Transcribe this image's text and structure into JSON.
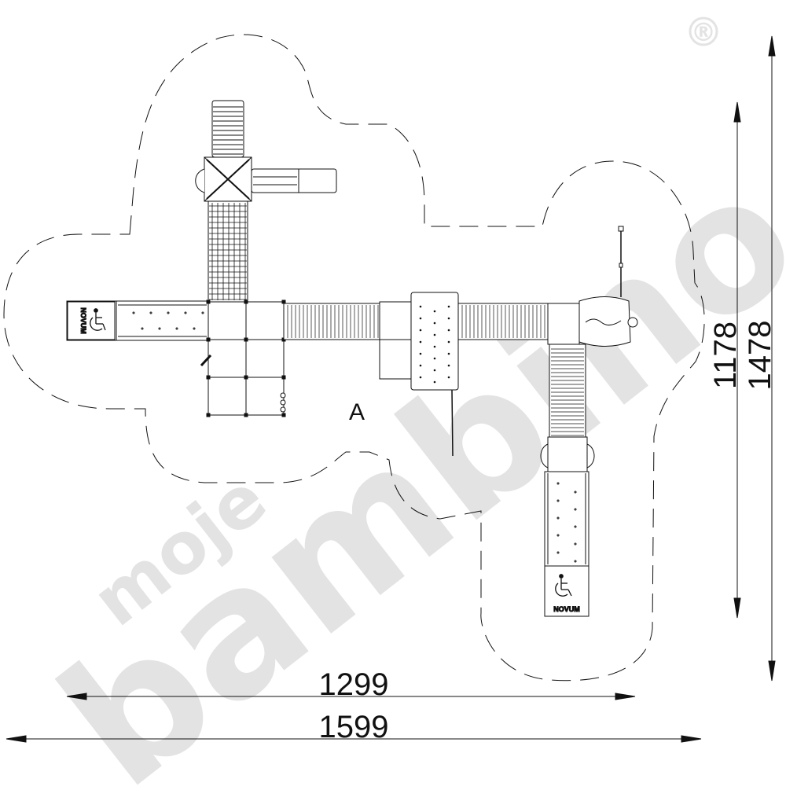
{
  "watermark": {
    "brand_small": "moje",
    "brand_large": "bambino",
    "registered_mark": "®",
    "color": "#e3e3e3"
  },
  "dimensions": {
    "inner_width": "1299",
    "outer_width": "1599",
    "inner_height": "1178",
    "outer_height": "1478"
  },
  "zone_label": "A",
  "entry_panels": {
    "left_label": "NOVUM",
    "bottom_label": "NOVUM",
    "icon": "wheelchair-icon"
  },
  "colors": {
    "line": "#111111",
    "watermark": "#e3e3e3",
    "background": "#ffffff"
  }
}
